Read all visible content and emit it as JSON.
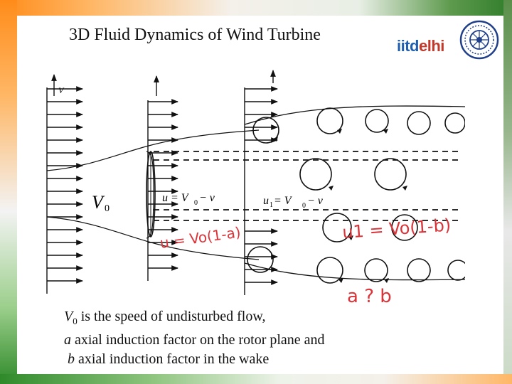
{
  "slide": {
    "title": "3D Fluid Dynamics of Wind Turbine",
    "logo": {
      "part1": "iitd",
      "part2": "elhi"
    }
  },
  "figure": {
    "label_v0_top": "V",
    "label_v0_big": "V",
    "label_u_eq": "u = V",
    "label_u_minus": " − v",
    "label_u1_eq": "u",
    "label_u1_rest": " = V",
    "label_u1_minus": " − v",
    "sub_zero": "0",
    "sub_one": "1",
    "handwritten_u": "u = Vo(1-a)",
    "handwritten_u1": "u1 = Vo(1-b)",
    "handwritten_ab": "a ? b",
    "ink_color": "#d9343a"
  },
  "caption": {
    "line1_sym": "V",
    "line1_sub": "0",
    "line1_rest": " is the speed of undisturbed flow,",
    "line2_sym": "a",
    "line2_rest": " axial induction factor on the rotor plane and",
    "line3_sym": "b",
    "line3_rest": " axial induction factor in the wake"
  },
  "colors": {
    "saffron": "#ff8c1a",
    "green": "#2f8a2a",
    "logo_blue": "#1f5fae",
    "logo_red": "#c0392b"
  }
}
